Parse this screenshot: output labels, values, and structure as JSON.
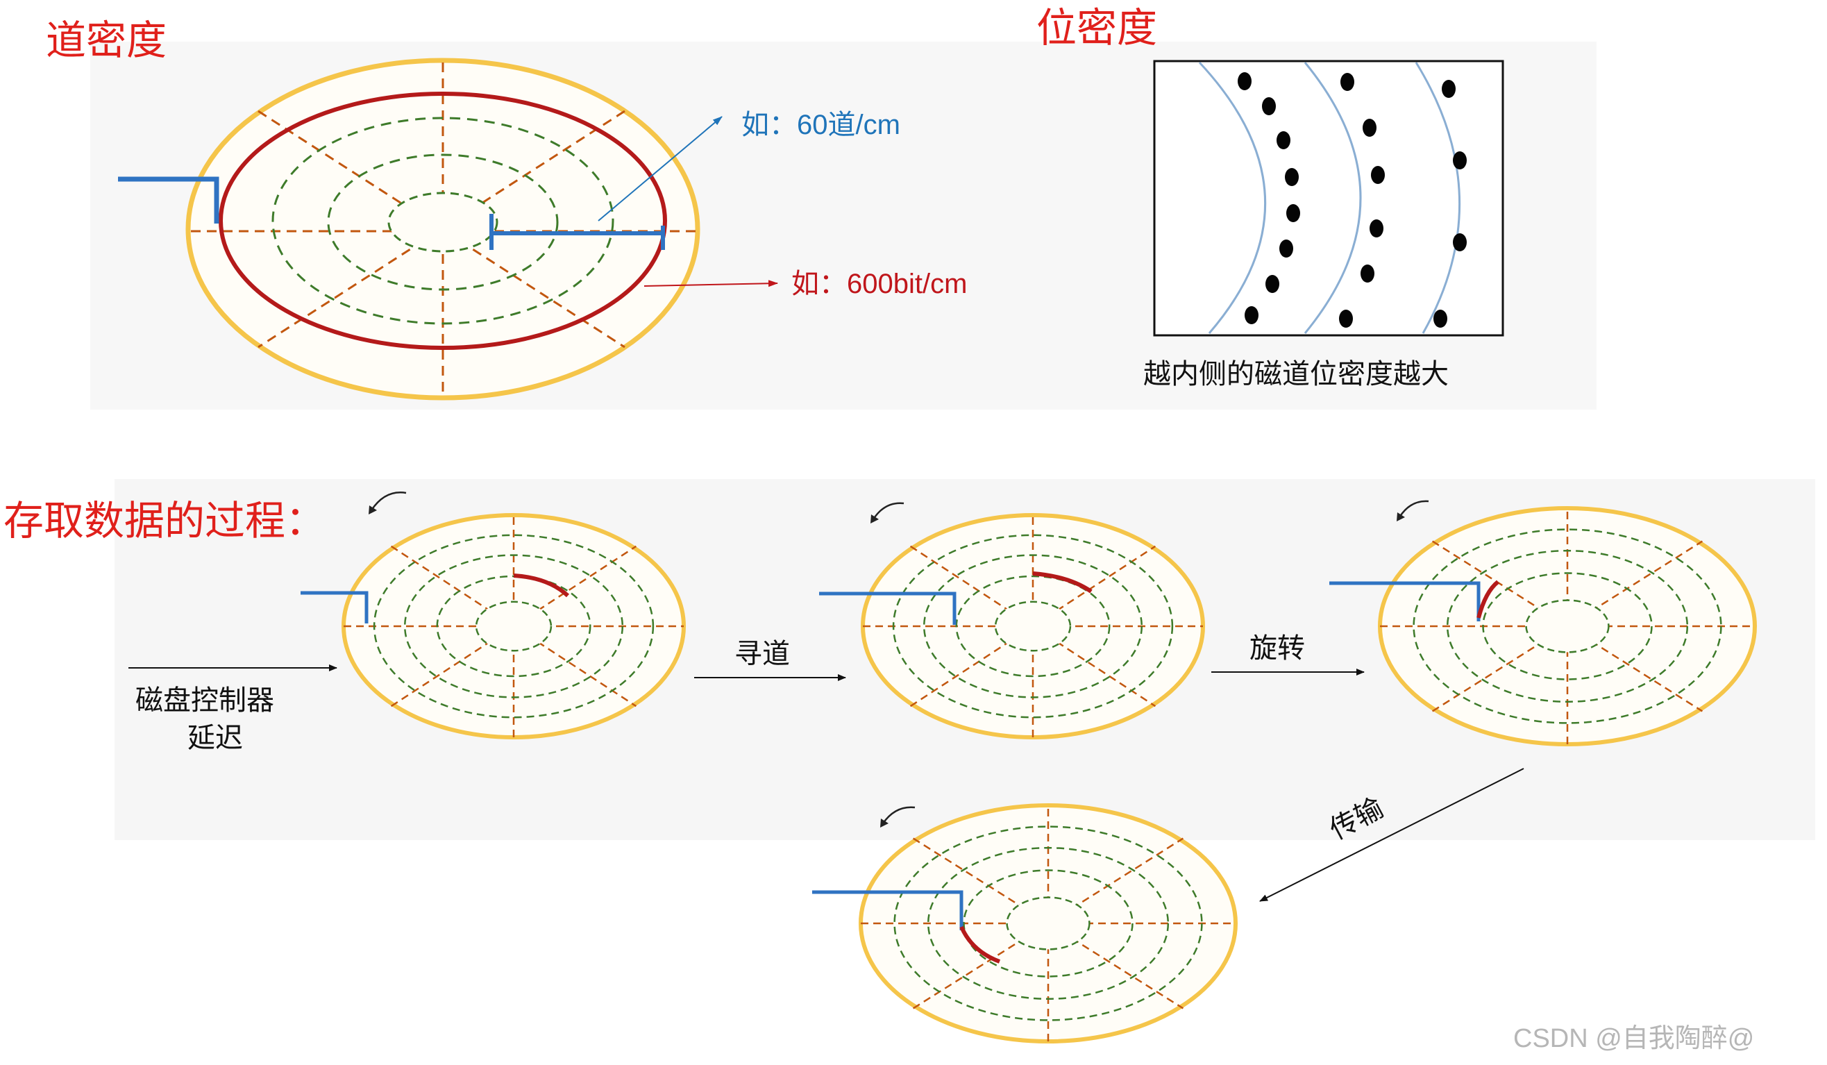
{
  "headings": {
    "track_density": "道密度",
    "bit_density": "位密度",
    "access_process": "存取数据的过程："
  },
  "annotations": {
    "track_density_example": "如：60道/cm",
    "bit_density_example": "如：600bit/cm",
    "inner_track_note": "越内侧的磁道位密度越大"
  },
  "steps": {
    "controller_delay_line1": "磁盘控制器",
    "controller_delay_line2": "延迟",
    "seek": "寻道",
    "rotate": "旋转",
    "transfer": "传输"
  },
  "watermark": "CSDN @自我陶醉@",
  "colors": {
    "heading_red": "#e0201b",
    "blue_text": "#1f74b9",
    "red_text": "#c0161b",
    "disk_outline": "#f5c54a",
    "red_track": "#b41a1a",
    "green_dash": "#3e7b2a",
    "orange_dash": "#c2570f",
    "head_blue": "#2f73c2"
  }
}
